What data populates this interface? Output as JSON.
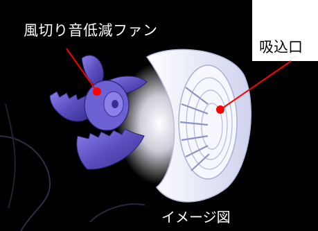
{
  "labels": {
    "fan": "風切り音低減ファン",
    "inlet": "吸込口",
    "caption": "イメージ図"
  },
  "colors": {
    "callout_line": "#ff0000",
    "fan_body": "#5b4fc0",
    "inlet_body": "#eef0fb",
    "background": "#000000"
  }
}
